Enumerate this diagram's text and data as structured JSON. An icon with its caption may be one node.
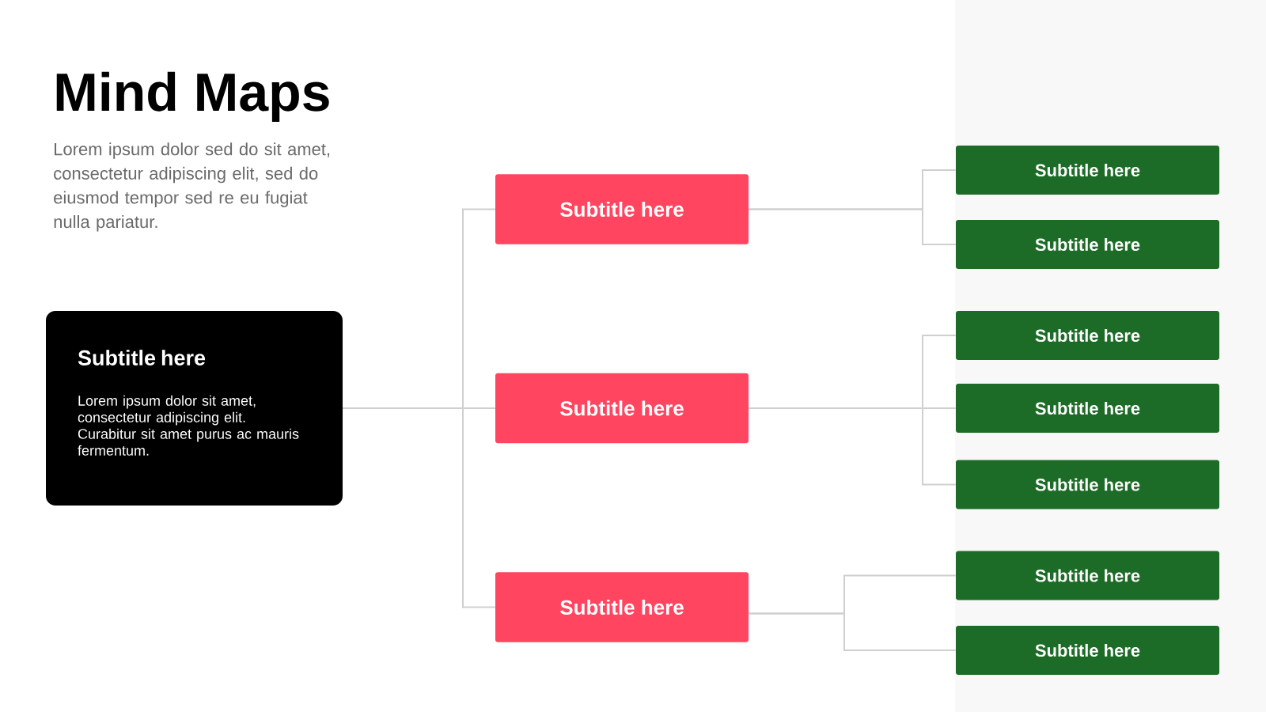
{
  "diagram": {
    "title": "Mind Maps",
    "nodes": [
      {
        "text": [
          "Subtitle here",
          "Lorem ipsum dolor sit amet, consectetur adipiscing elit. Curabitur sit amet purus ac mauris fermentum."
        ]
      },
      {
        "text": [
          "Subtitle here"
        ]
      },
      {
        "text": [
          "Subtitle here"
        ]
      },
      {
        "text": [
          "Subtitle here"
        ]
      },
      {
        "text": [
          "Subtitle here"
        ]
      },
      {
        "text": [
          "Subtitle here"
        ]
      },
      {
        "text": [
          "Subtitle here"
        ]
      },
      {
        "text": [
          "Subtitle here"
        ]
      },
      {
        "text": [
          "Subtitle here"
        ]
      },
      {
        "text": [
          "Subtitle here"
        ]
      },
      {
        "text": [
          "Subtitle here"
        ]
      }
    ],
    "edges": [
      {
        "from": 0,
        "to": 1,
        "arrow": "none"
      },
      {
        "from": 0,
        "to": 2,
        "arrow": "none"
      },
      {
        "from": 0,
        "to": 3,
        "arrow": "none"
      },
      {
        "from": 1,
        "to": 4,
        "arrow": "none"
      },
      {
        "from": 1,
        "to": 5,
        "arrow": "none"
      },
      {
        "from": 2,
        "to": 6,
        "arrow": "none"
      },
      {
        "from": 2,
        "to": 7,
        "arrow": "none"
      },
      {
        "from": 2,
        "to": 8,
        "arrow": "none"
      },
      {
        "from": 3,
        "to": 9,
        "arrow": "none"
      },
      {
        "from": 3,
        "to": 10,
        "arrow": "none"
      }
    ],
    "labels": [
      "Lorem ipsum dolor sed do sit amet, consectetur adipiscing elit, sed do eiusmod tempor sed re eu fugiat nulla pariatur."
    ]
  }
}
